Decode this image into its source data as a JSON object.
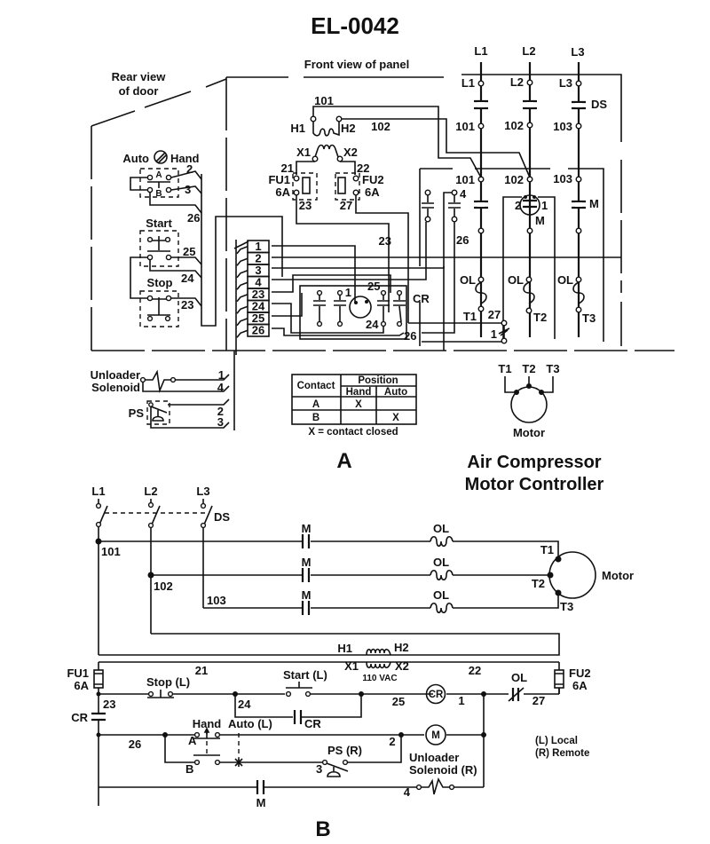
{
  "document": {
    "id": "EL-0042",
    "title_line1": "Air Compressor",
    "title_line2": "Motor Controller",
    "figure_a": "A",
    "figure_b": "B"
  },
  "diagram_a": {
    "rear_view_line1": "Rear view",
    "rear_view_line2": "of door",
    "front_view": "Front view of panel",
    "selector": {
      "left": "Auto",
      "right": "Hand",
      "contact_a": "A",
      "contact_b": "B",
      "wires": [
        "2",
        "3",
        "26"
      ]
    },
    "start_button": {
      "label": "Start",
      "wires": [
        "25",
        "24"
      ]
    },
    "stop_button": {
      "label": "Stop",
      "wires": [
        "23"
      ]
    },
    "terminal_strip": [
      "1",
      "2",
      "3",
      "4",
      "23",
      "24",
      "25",
      "26"
    ],
    "transformer": {
      "h1": "H1",
      "h2": "H2",
      "x1": "X1",
      "x2": "X2",
      "w101": "101",
      "w102": "102",
      "w21": "21",
      "w22": "22"
    },
    "fuse1": {
      "name": "FU1",
      "rating": "6A",
      "out": "23"
    },
    "fuse2": {
      "name": "FU2",
      "rating": "6A",
      "out": "27"
    },
    "lines": [
      "L1",
      "L2",
      "L3"
    ],
    "disconnect_labels": [
      "L1",
      "L2",
      "L3"
    ],
    "disconnect": "DS",
    "load_wires_top": [
      "101",
      "102",
      "103"
    ],
    "load_wires_mid": [
      "101",
      "102",
      "103"
    ],
    "aux_contact_4": "4",
    "wire_23": "23",
    "wire_26": "26",
    "starter": {
      "coil_left": "2",
      "coil_right": "1",
      "coil_label": "M",
      "contact_label": "M"
    },
    "overloads": [
      "OL",
      "OL",
      "OL"
    ],
    "terminals_out": [
      "T1",
      "T2",
      "T3"
    ],
    "ol_contact": {
      "in": "27",
      "out": "1"
    },
    "relay": {
      "label": "CR",
      "coil_1": "1",
      "c25": "25",
      "c24": "24",
      "c26": "26"
    },
    "remote": {
      "unloader_line1": "Unloader",
      "unloader_line2": "Solenoid",
      "unloader_wires": [
        "1",
        "4"
      ],
      "ps": "PS",
      "ps_wires": [
        "2",
        "3"
      ]
    },
    "motor": {
      "label": "Motor",
      "terminals": [
        "T1",
        "T2",
        "T3"
      ]
    },
    "contact_table": {
      "header_contact": "Contact",
      "header_position": "Position",
      "columns": [
        "Hand",
        "Auto"
      ],
      "rows": [
        {
          "contact": "A",
          "hand": "X",
          "auto": ""
        },
        {
          "contact": "B",
          "hand": "",
          "auto": "X"
        }
      ],
      "note": "X = contact closed"
    }
  },
  "diagram_b": {
    "lines": [
      "L1",
      "L2",
      "L3"
    ],
    "disconnect": "DS",
    "nodes": [
      "101",
      "102",
      "103"
    ],
    "contactor": [
      "M",
      "M",
      "M"
    ],
    "overloads": [
      "OL",
      "OL",
      "OL"
    ],
    "motor_terminals": [
      "T1",
      "T2",
      "T3"
    ],
    "motor": "Motor",
    "transformer": {
      "h1": "H1",
      "h2": "H2",
      "x1": "X1",
      "x2": "X2",
      "voltage": "110 VAC"
    },
    "fu1": {
      "name": "FU1",
      "rating": "6A"
    },
    "fu2": {
      "name": "FU2",
      "rating": "6A"
    },
    "wire_21": "21",
    "wire_22": "22",
    "wire_23": "23",
    "wire_24": "24",
    "wire_25": "25",
    "wire_1": "1",
    "wire_27": "27",
    "wire_26": "26",
    "wire_2": "2",
    "wire_3": "3",
    "wire_4": "4",
    "stop": "Stop (L)",
    "start": "Start (L)",
    "cr_coil": "CR",
    "cr_contact": "CR",
    "cr_left": "CR",
    "ol_contact": "OL",
    "hand": "Hand",
    "auto": "Auto (L)",
    "contact_a": "A",
    "contact_b": "B",
    "ps": "PS (R)",
    "m_coil": "M",
    "unloader_line1": "Unloader",
    "unloader_line2": "Solenoid (R)",
    "m_contact": "M",
    "legend_local": "(L) Local",
    "legend_remote": "(R) Remote"
  }
}
